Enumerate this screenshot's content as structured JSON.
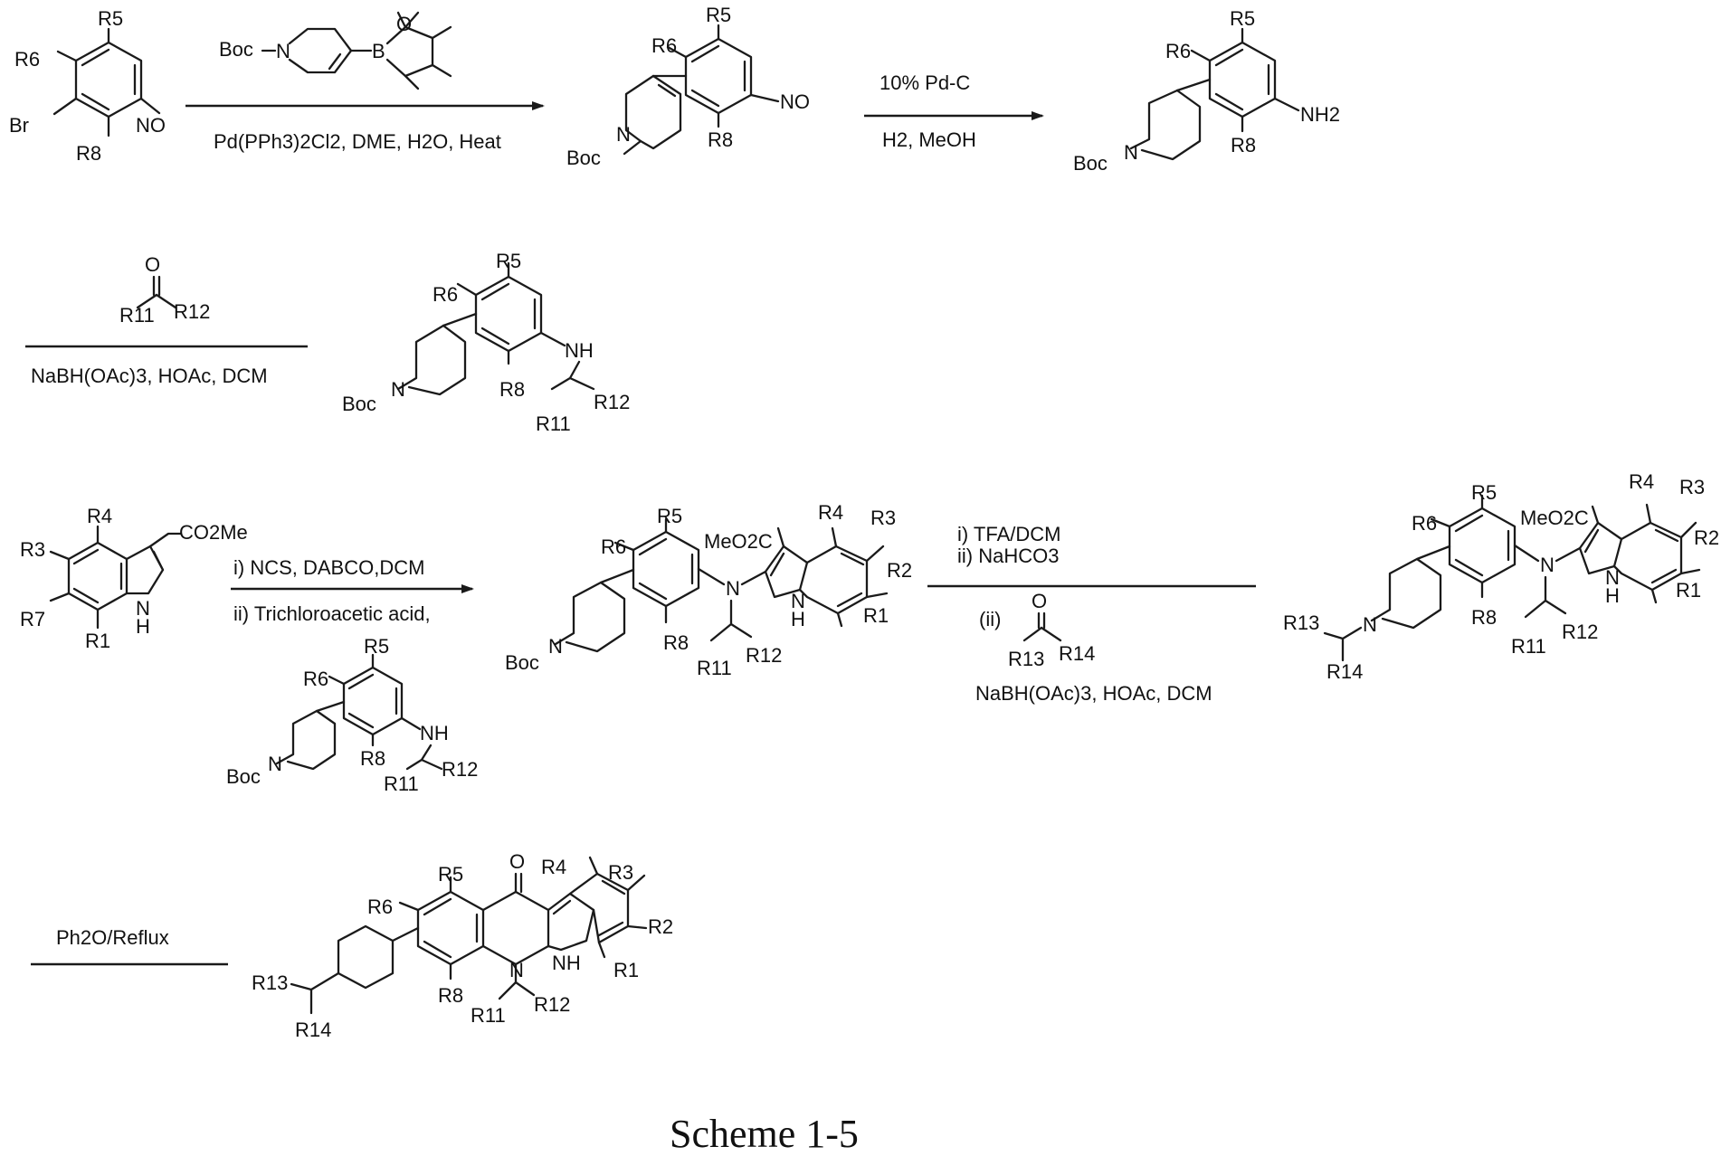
{
  "scheme_title": "Scheme 1-5",
  "labels": {
    "R1": "R1",
    "R2": "R2",
    "R3": "R3",
    "R4": "R4",
    "R5": "R5",
    "R6": "R6",
    "R7": "R7",
    "R8": "R8",
    "R11": "R11",
    "R12": "R12",
    "R13": "R13",
    "R14": "R14",
    "Br": "Br",
    "NO2": "NO",
    "NH2": "NH2",
    "NH": "NH",
    "N": "N",
    "H": "H",
    "O": "O",
    "B": "B",
    "Boc": "Boc",
    "CO2Me_ester": "CO2Me",
    "MeO2C": "MeO2C"
  },
  "conditions": {
    "step1": {
      "line1": "Pd(PPh3)2Cl2, DME, H2O, Heat"
    },
    "step2": {
      "line1": "10% Pd-C",
      "line2": "H2, MeOH"
    },
    "step3": {
      "line1": "NaBH(OAc)3, HOAc, DCM"
    },
    "step4": {
      "line1": "i) NCS, DABCO,DCM",
      "line2": "ii) Trichloroacetic acid,"
    },
    "step5": {
      "line1": "i) TFA/DCM",
      "line2": "ii) NaHCO3",
      "line3": "(ii)",
      "line4": "NaBH(OAc)3, HOAc, DCM"
    },
    "step6": {
      "line1": "Ph2O/Reflux"
    }
  },
  "colors": {
    "ink": "#1a1a1a",
    "background": "#ffffff"
  }
}
